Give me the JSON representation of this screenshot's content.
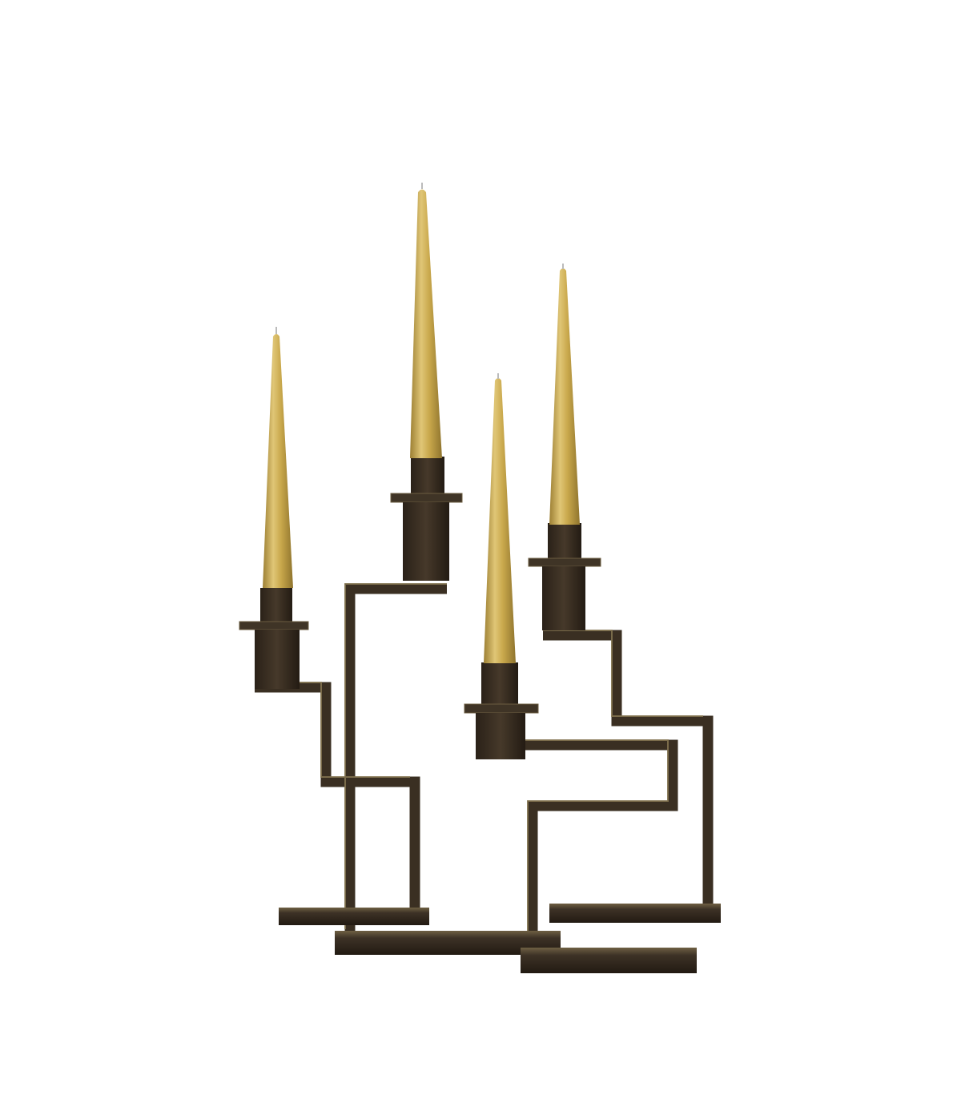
{
  "image": {
    "subject": "",
    "background_color": "#ffffff"
  },
  "palette": {
    "candle_gold": "#c9a84c",
    "candle_gold_light": "#e2c877",
    "candle_gold_dark": "#a8893a",
    "metal_bronze": "#3a2f22",
    "metal_edge": "#7a6a48",
    "metal_dark": "#251d15"
  },
  "candles": [
    {
      "name": "candle-left"
    },
    {
      "name": "candle-center-tall"
    },
    {
      "name": "candle-center-short"
    },
    {
      "name": "candle-right"
    }
  ]
}
